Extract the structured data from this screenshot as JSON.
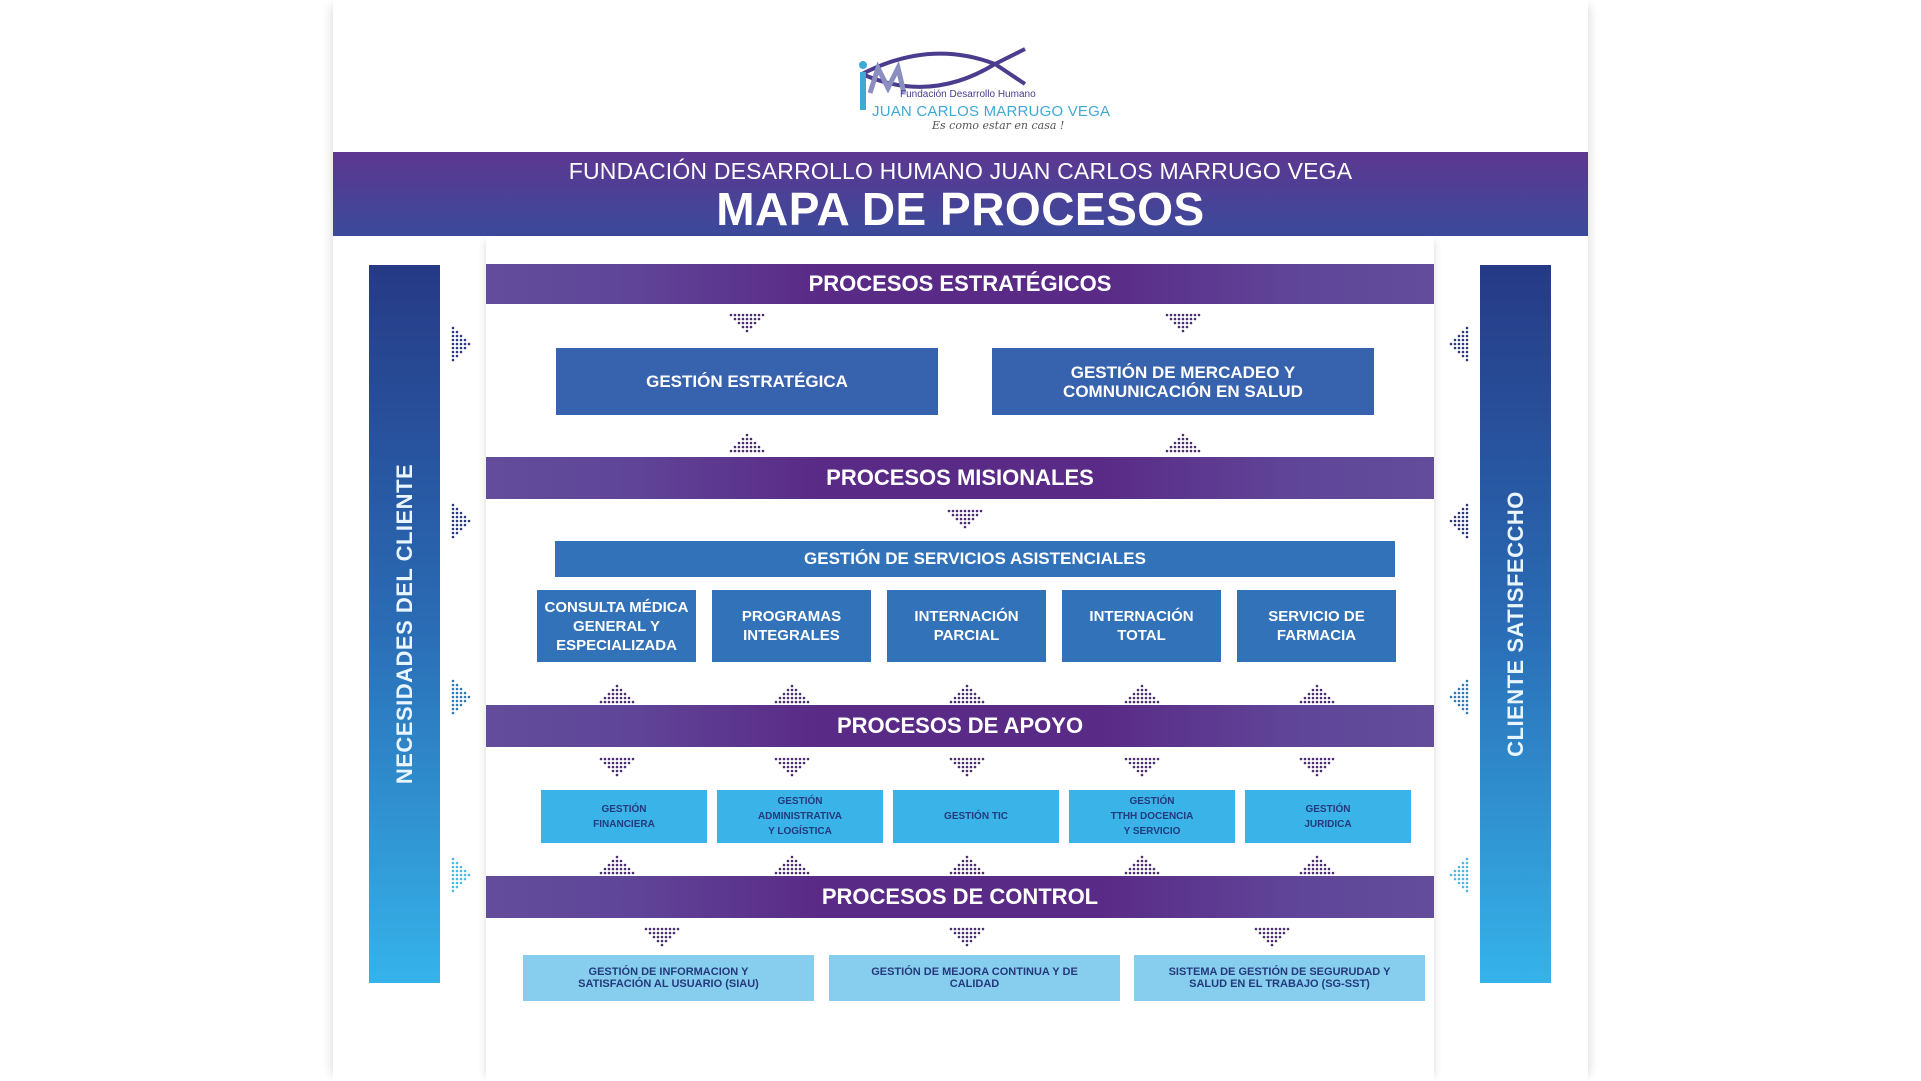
{
  "logo": {
    "monogram": "JM",
    "organization": "Fundación Desarrollo Humano",
    "name": "JUAN CARLOS MARRUGO VEGA",
    "tagline": "Es como estar en casa !",
    "colors": {
      "fish": "#4b3c8e",
      "name": "#3fa9d6"
    }
  },
  "header": {
    "subtitle": "FUNDACIÓN DESARROLLO HUMANO JUAN CARLOS MARRUGO VEGA",
    "title": "MAPA DE PROCESOS"
  },
  "sidebars": {
    "left": "NECESIDADES DEL CLIENTE",
    "right": "CLIENTE SATISFECCHO"
  },
  "sections": {
    "estrategicos": {
      "title": "PROCESOS ESTRATÉGICOS",
      "boxes": [
        "GESTIÓN ESTRATÉGICA",
        "GESTIÓN DE MERCADEO Y\nCOMNUNICACIÓN EN SALUD"
      ]
    },
    "misionales": {
      "title": "PROCESOS MISIONALES",
      "main": "GESTIÓN DE SERVICIOS ASISTENCIALES",
      "boxes": [
        "CONSULTA MÉDICA\nGENERAL Y\nESPECIALIZADA",
        "PROGRAMAS\nINTEGRALES",
        "INTERNACIÓN\nPARCIAL",
        "INTERNACIÓN\nTOTAL",
        "SERVICIO DE\nFARMACIA"
      ]
    },
    "apoyo": {
      "title": "PROCESOS DE APOYO",
      "boxes": [
        "GESTIÓN\nFINANCIERA",
        "GESTIÓN\nADMINISTRATIVA\nY LOGÍSTICA",
        "GESTIÓN TIC",
        "GESTIÓN\nTTHH DOCENCIA\nY SERVICIO",
        "GESTIÓN\nJURIDICA"
      ]
    },
    "control": {
      "title": "PROCESOS DE CONTROL",
      "boxes": [
        "GESTIÓN DE INFORMACION Y\nSATISFACIÓN AL USUARIO (SIAU)",
        "GESTIÓN DE MEJORA CONTINUA Y DE\nCALIDAD",
        "SISTEMA DE GESTIÓN DE SEGURUDAD Y\nSALUD EN EL TRABAJO (SG-SST)"
      ]
    }
  },
  "colors": {
    "header_top": "#5e3790",
    "header_bottom": "#3a4a9b",
    "section_bar": "#5a2b86",
    "strategic_box": "#3762ad",
    "mission_box": "#3272b9",
    "support_box": "#3ab3e8",
    "control_box": "#87cdee",
    "arrow_dots": "#4a2d6e"
  }
}
